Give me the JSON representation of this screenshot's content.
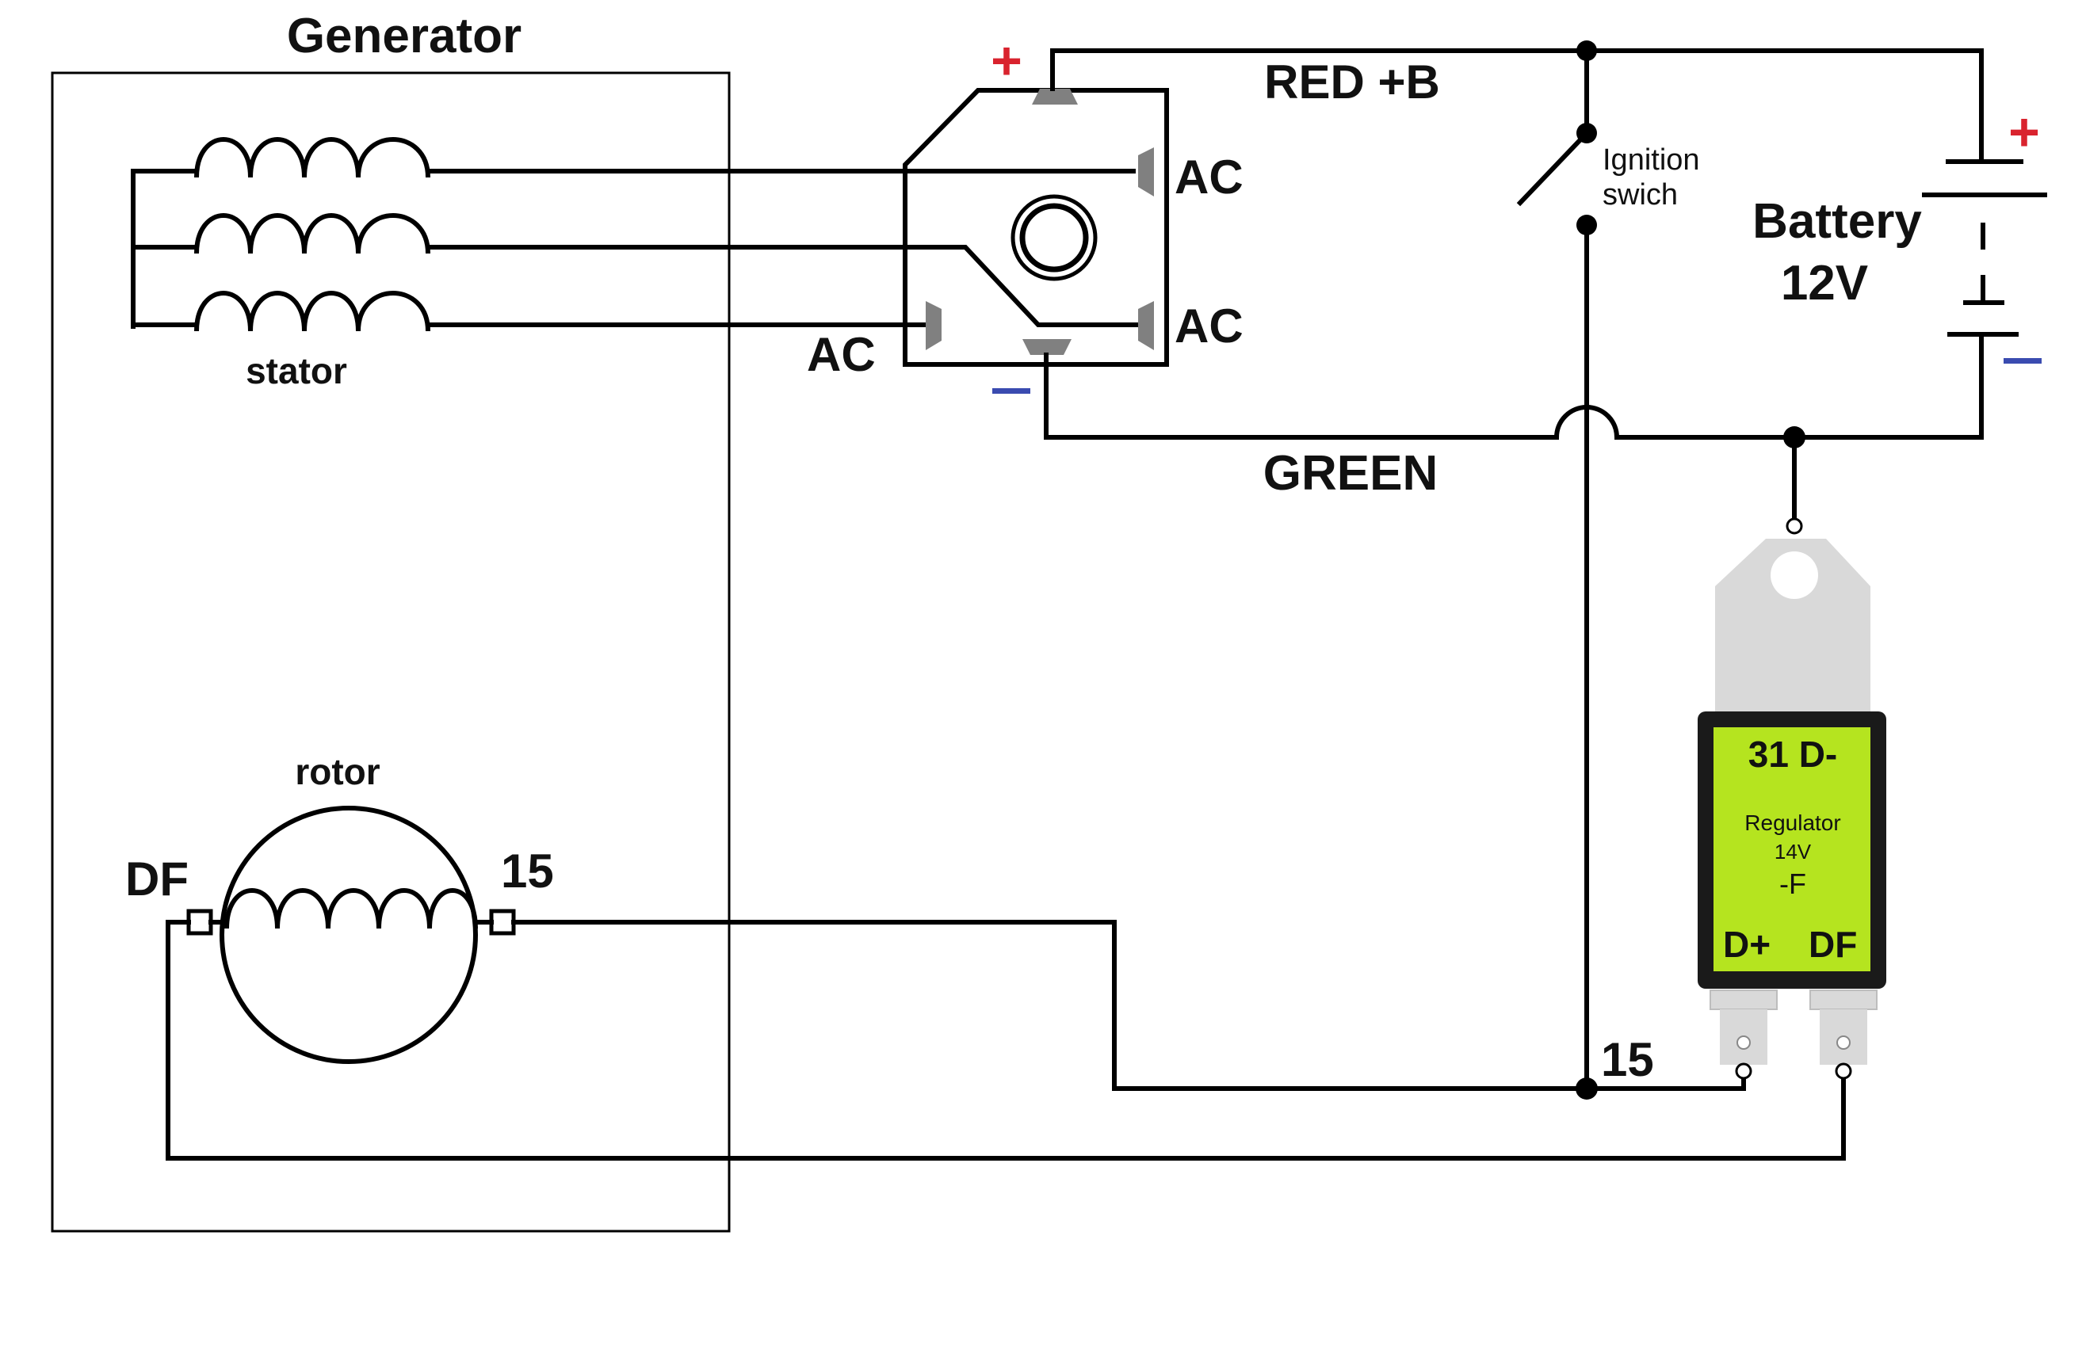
{
  "generator": {
    "title": "Generator"
  },
  "stator": {
    "label": "stator"
  },
  "rotor": {
    "label": "rotor",
    "terminal_left": "DF",
    "terminal_right": "15"
  },
  "rectifier": {
    "ac_label_1": "AC",
    "ac_label_2": "AC",
    "ac_label_3": "AC",
    "plus_sign": "+",
    "minus_sign": "−"
  },
  "wires": {
    "positive": "RED +B",
    "negative": "GREEN"
  },
  "ignition_switch": {
    "line1": "Ignition",
    "line2": "swich"
  },
  "battery": {
    "line1": "Battery",
    "line2": "12V",
    "plus_sign": "+",
    "minus_sign": "−"
  },
  "junction": {
    "label": "15"
  },
  "regulator": {
    "top": "31 D-",
    "name": "Regulator",
    "voltage": "14V",
    "mode": "-F",
    "pin_left": "D+",
    "pin_right": "DF"
  },
  "colors": {
    "plus": "#d9232e",
    "minus": "#3a4bb0",
    "regulator_body": "#b5e41f",
    "regulator_tab": "#d9d9d9",
    "terminal_grey": "#808080"
  }
}
